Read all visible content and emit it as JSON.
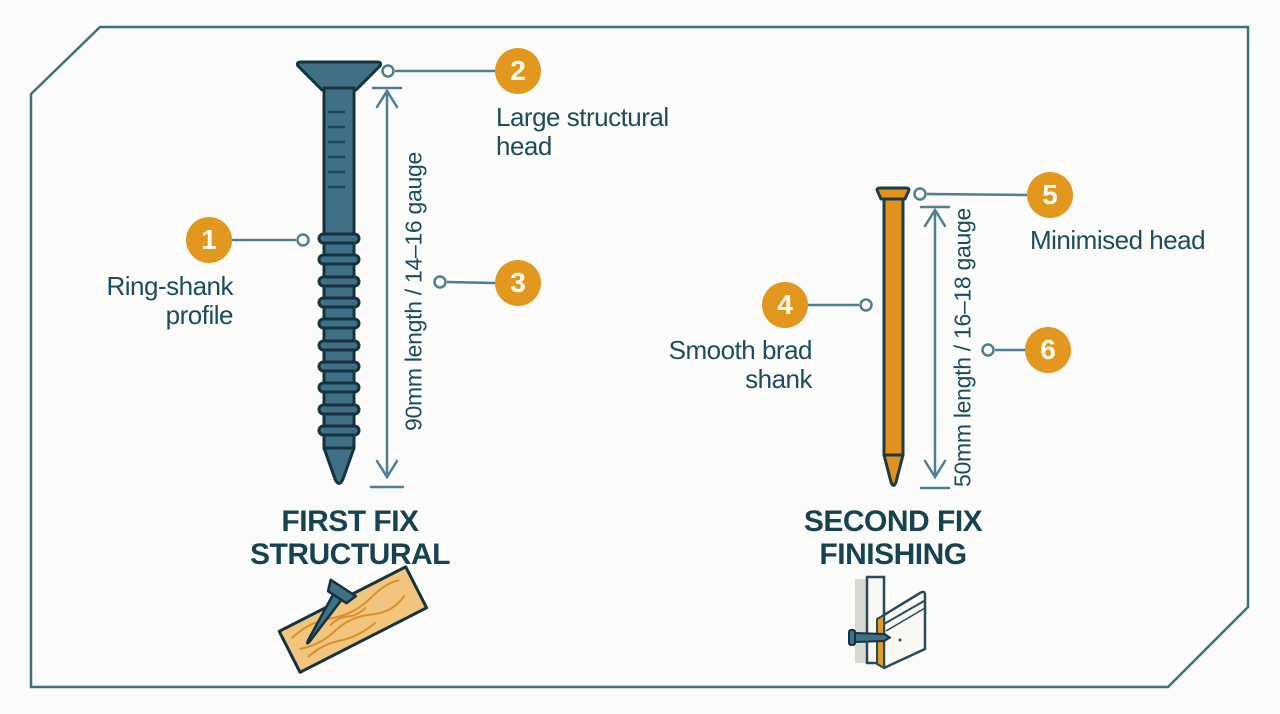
{
  "figure": {
    "background": "#FBFBF9",
    "frame_color": "#3E7080",
    "accent_orange": "#E2971F",
    "nail_teal": "#3F7085",
    "brad_orange": "#E0921D",
    "line_teal": "#4F7E8F",
    "text_teal": "#1D4C5C",
    "wood_tan": "#F2C57E"
  },
  "left_nail": {
    "title_line1": "FIRST FIX",
    "title_line2": "STRUCTURAL",
    "dimension": "90mm length / 14–16 gauge",
    "callouts": {
      "ring_shank": {
        "num": "1",
        "label": "Ring-shank profile"
      },
      "head": {
        "num": "2",
        "label": "Large structural head"
      },
      "length": {
        "num": "3"
      }
    }
  },
  "right_nail": {
    "title_line1": "SECOND FIX",
    "title_line2": "FINISHING",
    "dimension": "50mm length / 16–18 gauge",
    "callouts": {
      "shank": {
        "num": "4",
        "label": "Smooth brad shank"
      },
      "head": {
        "num": "5",
        "label": "Minimised head"
      },
      "length": {
        "num": "6"
      }
    }
  }
}
